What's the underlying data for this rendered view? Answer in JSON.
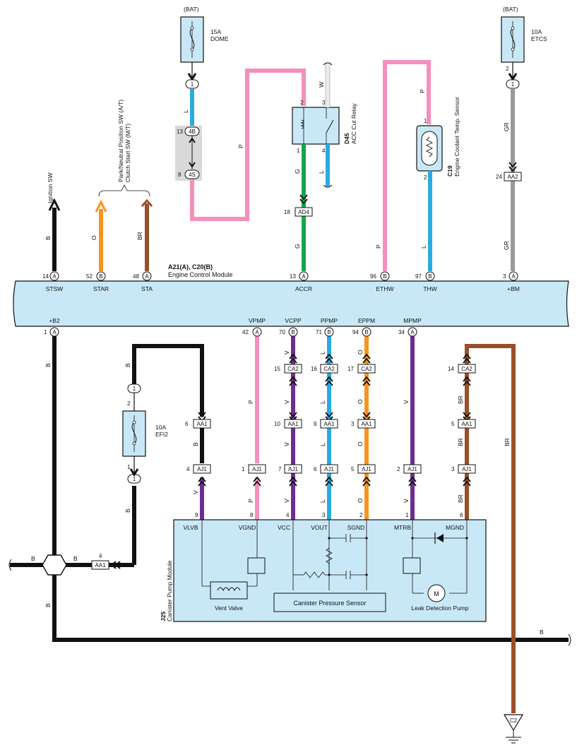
{
  "colors": {
    "B": "#111111",
    "O": "#f7941d",
    "BR": "#9b4e2a",
    "L": "#29abe2",
    "P": "#f48fbe",
    "G": "#13a650",
    "GR": "#9a9a9a",
    "V": "#6f2c91",
    "W": "#f2f2f2",
    "module_fill": "#c9e8f7"
  },
  "ecm": {
    "id": "A21(A), C20(B)",
    "name": "Engine Control Module",
    "top_pins": [
      {
        "num": "14",
        "conn": "A",
        "label": "STSW"
      },
      {
        "num": "52",
        "conn": "B",
        "label": "STAR"
      },
      {
        "num": "48",
        "conn": "A",
        "label": "STA"
      },
      {
        "num": "13",
        "conn": "A",
        "label": "ACCR"
      },
      {
        "num": "96",
        "conn": "B",
        "label": "ETHW"
      },
      {
        "num": "97",
        "conn": "B",
        "label": "THW"
      },
      {
        "num": "3",
        "conn": "A",
        "label": "+BM"
      }
    ],
    "bottom_pins": [
      {
        "num": "1",
        "conn": "A",
        "label": "+B2"
      },
      {
        "num": "42",
        "conn": "A",
        "label": "VPMP"
      },
      {
        "num": "70",
        "conn": "B",
        "label": "VCPP"
      },
      {
        "num": "71",
        "conn": "B",
        "label": "PPMP"
      },
      {
        "num": "94",
        "conn": "B",
        "label": "EPPM"
      },
      {
        "num": "34",
        "conn": "A",
        "label": "MPMP"
      }
    ]
  },
  "top_components": {
    "ignition_sw": "Ignition SW",
    "pn_sw_line1": "Park/Neutral Position SW (A/T)",
    "pn_sw_line2": "Clutch Start SW (M/T)",
    "bat1": "(BAT)",
    "fuse_dome_amp": "15A",
    "fuse_dome_name": "DOME",
    "bat2": "(BAT)",
    "fuse_etcs_amp": "10A",
    "fuse_etcs_name": "ETCS",
    "relay_id": "D45",
    "relay_name": "ACC Cut Relay",
    "sensor_id": "C19",
    "sensor_name": "Engine Coolant Temp. Sensor"
  },
  "fuse_efi2": {
    "amp": "10A",
    "name": "EFI2"
  },
  "canister_module": {
    "id": "J25",
    "name": "Canister Pump Module",
    "pins": [
      {
        "num": "9",
        "label": "VLVB"
      },
      {
        "num": "8",
        "label": "VGND"
      },
      {
        "num": "4",
        "label": "VCC"
      },
      {
        "num": "3",
        "label": "VOUT"
      },
      {
        "num": "2",
        "label": "SGND"
      },
      {
        "num": "1",
        "label": "MTRB"
      },
      {
        "num": "6",
        "label": "MGND"
      }
    ],
    "vent_valve": "Vent Valve",
    "pressure_sensor": "Canister Pressure Sensor",
    "leak_pump": "Leak Detection Pump",
    "motor": "M"
  },
  "ground": "C2",
  "connectors": [
    {
      "pin": "13",
      "name": "4B"
    },
    {
      "pin": "8",
      "name": "4S"
    },
    {
      "pin": "18",
      "name": "AD4"
    },
    {
      "pin": "24",
      "name": "AA2"
    },
    {
      "pin": "15",
      "name": "CA2"
    },
    {
      "pin": "16",
      "name": "CA2"
    },
    {
      "pin": "17",
      "name": "CA2"
    },
    {
      "pin": "14",
      "name": "CA2"
    },
    {
      "pin": "6",
      "name": "AA1"
    },
    {
      "pin": "10",
      "name": "AA1"
    },
    {
      "pin": "9",
      "name": "AA1"
    },
    {
      "pin": "3",
      "name": "AA1"
    },
    {
      "pin": "5",
      "name": "AA1"
    },
    {
      "pin": "4",
      "name": "AJ1"
    },
    {
      "pin": "1",
      "name": "AJ1"
    },
    {
      "pin": "7",
      "name": "AJ1"
    },
    {
      "pin": "6",
      "name": "AJ1"
    },
    {
      "pin": "5",
      "name": "AJ1"
    },
    {
      "pin": "2",
      "name": "AJ1"
    },
    {
      "pin": "3",
      "name": "AJ1"
    },
    {
      "pin": "4",
      "name": "AA1"
    }
  ],
  "misc_labels": {
    "pin1": "1",
    "pin2": "2",
    "pin3": "3",
    "pin4": "4",
    "pin1b": "1",
    "pin2b": "2",
    "pin2c": "2",
    "pin1c": "1",
    "pin1d": "1",
    "pin2d": "2"
  }
}
